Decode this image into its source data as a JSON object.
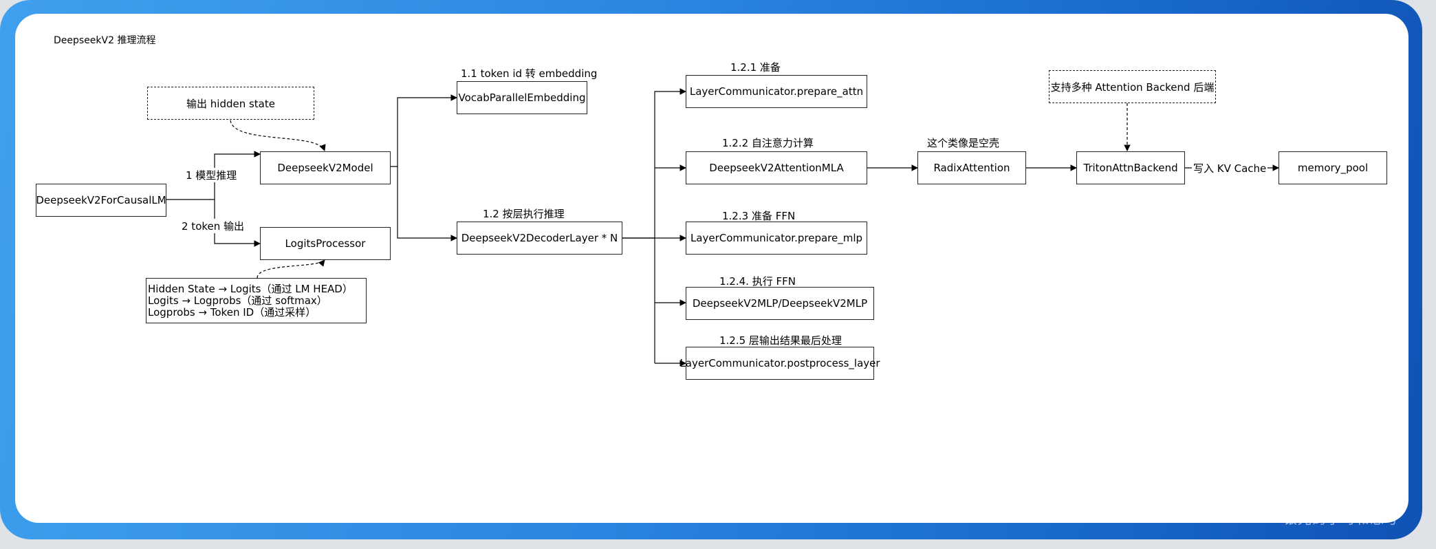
{
  "title": "DeepseekV2 推理流程",
  "nodes": {
    "for_causal_lm": "DeepseekV2ForCausalLM",
    "model": "DeepseekV2Model",
    "logits_processor": "LogitsProcessor",
    "output_hidden_note": "输出 hidden state",
    "logits_note": [
      "Hidden State → Logits（通过 LM HEAD）",
      "Logits → Logprobs（通过 softmax）",
      "Logprobs → Token ID（通过采样）"
    ],
    "vocab_embedding": "VocabParallelEmbedding",
    "decoder_layer": "DeepseekV2DecoderLayer * N",
    "prepare_attn": "LayerCommunicator.prepare_attn",
    "attention_mla": "DeepseekV2AttentionMLA",
    "prepare_mlp": "LayerCommunicator.prepare_mlp",
    "mlp": "DeepseekV2MLP/DeepseekV2MLP",
    "postprocess_layer": "LayerCommunicator.postprocess_layer",
    "radix_attention": "RadixAttention",
    "triton_backend": "TritonAttnBackend",
    "memory_pool": "memory_pool",
    "backend_note": "支持多种 Attention Backend 后端"
  },
  "labels": {
    "model_infer": "1 模型推理",
    "token_output": "2 token 输出",
    "token_to_embedding": "1.1 token id 转 embedding",
    "layer_infer": "1.2 按层执行推理",
    "prepare": "1.2.1 准备",
    "self_attention": "1.2.2 自注意力计算",
    "prepare_ffn": "1.2.3 准备 FFN",
    "run_ffn": "1.2.4. 执行 FFN",
    "layer_post": "1.2.5 层输出结果最后处理",
    "empty_shell": "这个类像是空壳",
    "write_kv": "写入 KV Cache"
  },
  "watermark": "银光的学习和思考"
}
